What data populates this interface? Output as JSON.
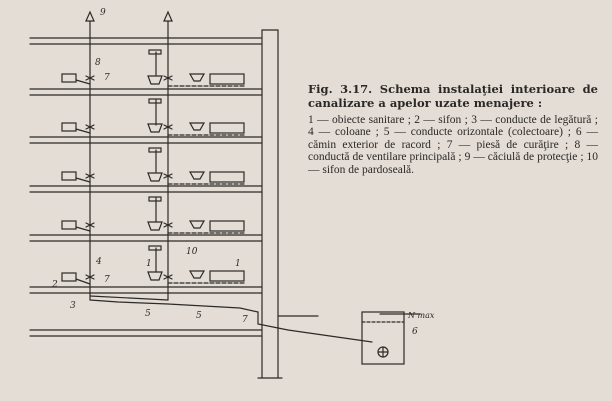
{
  "caption": {
    "title": "Fig. 3.17. Schema instalaţiei interioare de canalizare a apelor uzate menajere :",
    "legend": "1 — obiecte sanitare ; 2 — sifon ; 3 — conducte de legătură ; 4 — coloane ; 5 — conducte orizontale (colectoare) ; 6 — cămin exterior de racord ; 7 — piesă de curăţire ; 8 — conductă de ventilare principală ; 9 — căciulă de protecţie ; 10 — sifon de pardoseală."
  },
  "labels": {
    "l9": "9",
    "l8": "8",
    "l7a": "7",
    "l4": "4",
    "l2": "2",
    "l7b": "7",
    "l3": "3",
    "l5a": "5",
    "l5b": "5",
    "l1a": "1",
    "l1b": "1",
    "l10": "10",
    "l7c": "7",
    "l6": "6",
    "nmax": "N max"
  },
  "colors": {
    "ink": "#2c2a28",
    "paper": "#e3ddd5"
  }
}
